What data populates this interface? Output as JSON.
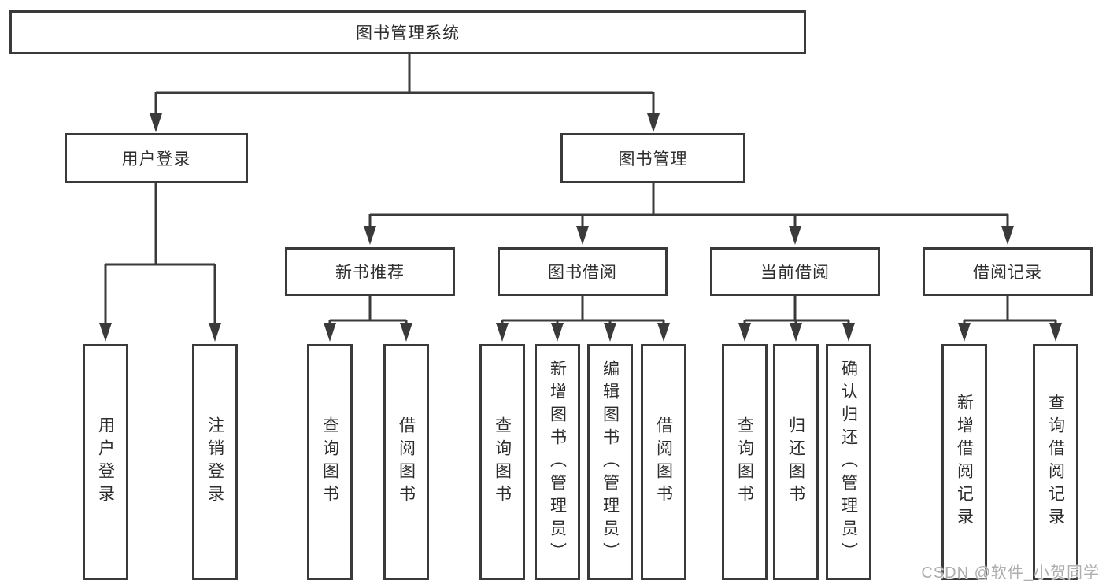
{
  "watermark": "CSDN @软件_小贺同学",
  "style": {
    "line_color": "#3a3a3a",
    "box_border_color": "#3a3a3a",
    "text_color": "#2d2d2d",
    "background": "#ffffff",
    "watermark_color": "#aeaeae"
  },
  "tree": {
    "label": "图书管理系统",
    "children": [
      {
        "label": "用户登录",
        "children": [
          {
            "label": "用户登录"
          },
          {
            "label": "注销登录"
          }
        ]
      },
      {
        "label": "图书管理",
        "children": [
          {
            "label": "新书推荐",
            "children": [
              {
                "label": "查询图书"
              },
              {
                "label": "借阅图书"
              }
            ]
          },
          {
            "label": "图书借阅",
            "children": [
              {
                "label": "查询图书"
              },
              {
                "label": "新增图书（管理员）"
              },
              {
                "label": "编辑图书（管理员）"
              },
              {
                "label": "借阅图书"
              }
            ]
          },
          {
            "label": "当前借阅",
            "children": [
              {
                "label": "查询图书"
              },
              {
                "label": "归还图书"
              },
              {
                "label": "确认归还（管理员）"
              }
            ]
          },
          {
            "label": "借阅记录",
            "children": [
              {
                "label": "新增借阅记录"
              },
              {
                "label": "查询借阅记录"
              }
            ]
          }
        ]
      }
    ]
  }
}
